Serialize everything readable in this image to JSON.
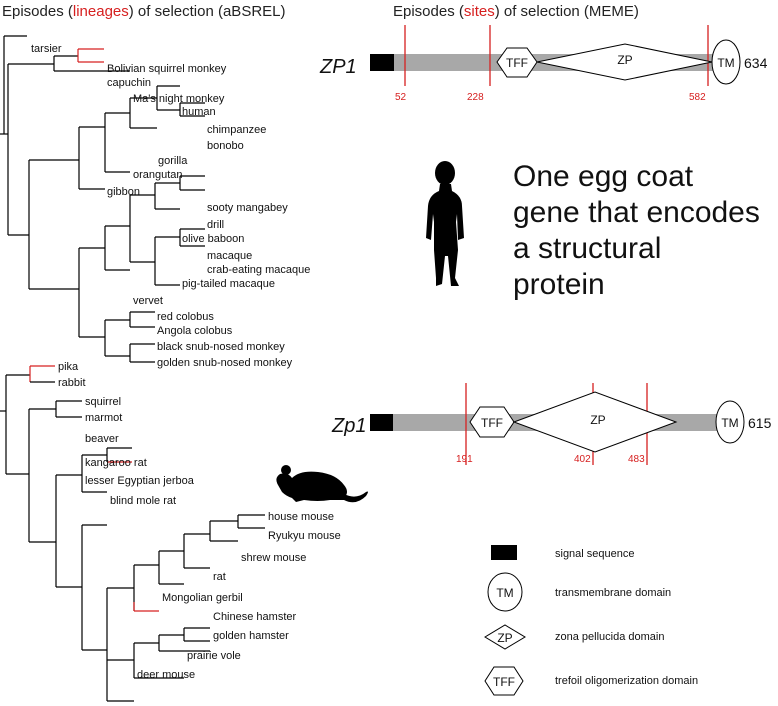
{
  "headers": {
    "left_prefix": "Episodes (",
    "left_highlight": "lineages",
    "left_suffix": ") of selection (aBSREL)",
    "right_prefix": "Episodes (",
    "right_highlight": "sites",
    "right_suffix": ") of selection (MEME)"
  },
  "primate_tree": {
    "leaves": [
      "tarsier",
      "Bolivian squirrel monkey",
      "capuchin",
      "Ma's night monkey",
      "human",
      "chimpanzee",
      "bonobo",
      "gorilla",
      "orangutan",
      "gibbon",
      "sooty mangabey",
      "drill",
      "olive baboon",
      "macaque",
      "crab-eating macaque",
      "pig-tailed macaque",
      "vervet",
      "red colobus",
      "Angola colobus",
      "black snub-nosed monkey",
      "golden snub-nosed monkey"
    ],
    "selected_lineages": [
      "Bolivian squirrel monkey",
      "capuchin"
    ]
  },
  "rodent_tree": {
    "leaves": [
      "pika",
      "rabbit",
      "squirrel",
      "marmot",
      "beaver",
      "kangaroo rat",
      "lesser Egyptian jerboa",
      "blind mole rat",
      "house mouse",
      "Ryukyu mouse",
      "shrew mouse",
      "rat",
      "Mongolian gerbil",
      "Chinese hamster",
      "golden hamster",
      "prairie vole",
      "deer mouse"
    ],
    "selected_lineages": [
      "pika",
      "kangaroo rat",
      "Mongolian gerbil"
    ]
  },
  "proteins": [
    {
      "gene": "ZP1",
      "length": "634",
      "domains": [
        "TFF",
        "ZP",
        "TM"
      ],
      "sites": [
        "52",
        "228",
        "582"
      ]
    },
    {
      "gene": "Zp1",
      "length": "615",
      "domains": [
        "TFF",
        "ZP",
        "TM"
      ],
      "sites": [
        "191",
        "402",
        "483"
      ]
    }
  ],
  "caption_lines": [
    "One egg coat",
    "gene that encodes",
    "a structural",
    "protein"
  ],
  "legend": [
    {
      "symbol": "",
      "label": "signal sequence"
    },
    {
      "symbol": "TM",
      "label": "transmembrane domain"
    },
    {
      "symbol": "ZP",
      "label": "zona pellucida domain"
    },
    {
      "symbol": "TFF",
      "label": "trefoil oligomerization domain"
    }
  ],
  "colors": {
    "selection": "#d62020",
    "protein_bar": "#a8a8a8",
    "signal": "#000000"
  },
  "icons": [
    "human-silhouette-icon",
    "mouse-silhouette-icon"
  ]
}
